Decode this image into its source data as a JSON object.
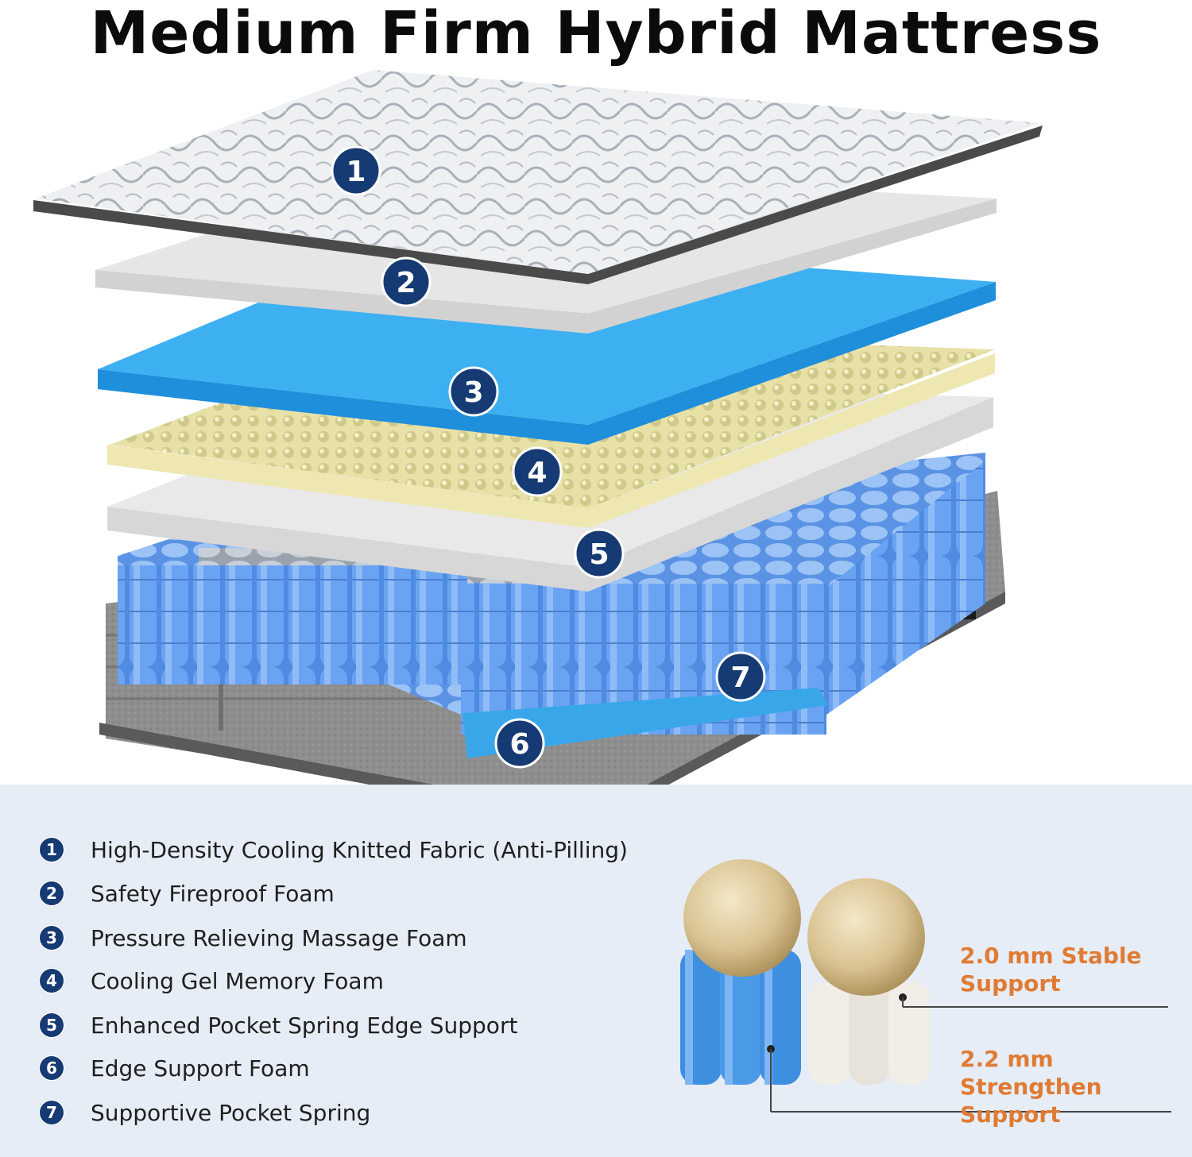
{
  "title": "Medium Firm Hybrid Mattress",
  "layers": [
    {
      "number": "1",
      "label": "High-Density Cooling Knitted Fabric (Anti-Pilling)"
    },
    {
      "number": "2",
      "label": "Safety Fireproof Foam"
    },
    {
      "number": "3",
      "label": "Pressure Relieving Massage Foam"
    },
    {
      "number": "4",
      "label": "Cooling Gel Memory Foam"
    },
    {
      "number": "5",
      "label": "Enhanced Pocket Spring Edge Support"
    },
    {
      "number": "6",
      "label": "Edge Support Foam"
    },
    {
      "number": "7",
      "label": "Supportive Pocket Spring"
    }
  ],
  "spring_specs": {
    "stable": {
      "line1": "2.0 mm Stable",
      "line2": "Support"
    },
    "strengthen": {
      "line1": "2.2 mm Strengthen",
      "line2": "Support"
    }
  },
  "colors": {
    "badge": "#163a73",
    "accent_text": "#e07b34",
    "legend_bg": "#e6edf6",
    "gel_foam": "#3aa6ea",
    "memory_foam": "#ede8b8",
    "gray_foam": "#dcdcdc",
    "fabric": "#4a4a4a"
  }
}
